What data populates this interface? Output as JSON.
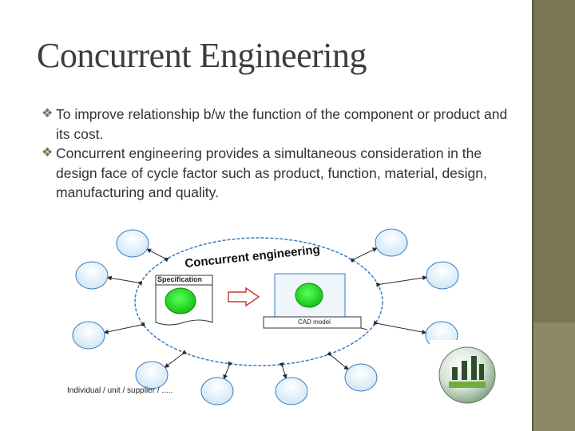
{
  "slide": {
    "title": "Concurrent Engineering",
    "bullets": [
      "To improve relationship b/w the function of the component or product and its cost.",
      "Concurrent engineering provides a simultaneous consideration in the design face of cycle factor such as product, function, material, design, manufacturing and quality."
    ],
    "bullet_glyph": "❖"
  },
  "diagram": {
    "heading": "Concurrent engineering",
    "specification_label": "Specification",
    "cad_label": "CAD model",
    "caption": "Individual / unit / supplier / .....",
    "colors": {
      "node_fill": "#d9ecf7",
      "node_stroke": "#3a7bbf",
      "ring_stroke": "#3a7bbf",
      "green": "#1fd21f",
      "arrow": "#c0392b"
    }
  },
  "theme": {
    "sidebar_color": "#7a7652"
  }
}
